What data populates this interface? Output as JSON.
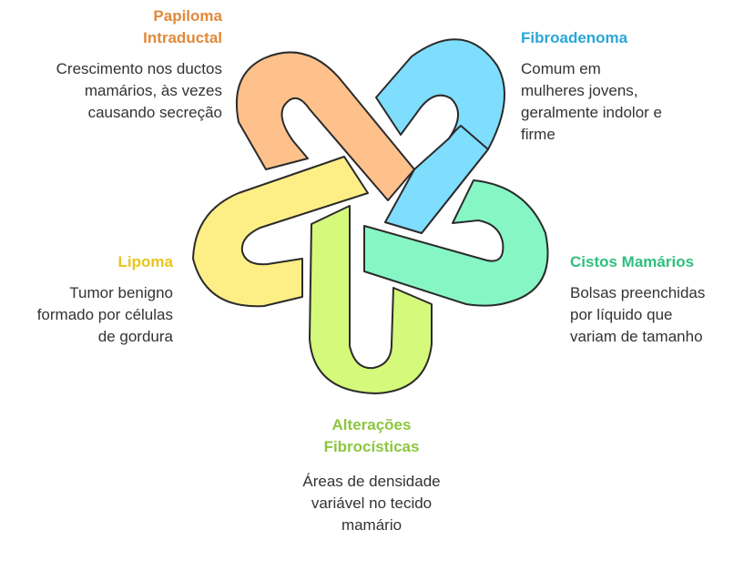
{
  "diagram": {
    "items": [
      {
        "id": "papiloma",
        "title": "Papiloma\nIntraductal",
        "description": "Crescimento nos ductos mamários, às vezes causando secreção",
        "color": "#E08A3A",
        "fill": "#FFC18C"
      },
      {
        "id": "fibroadenoma",
        "title": "Fibroadenoma",
        "description": "Comum em mulheres jovens, geralmente indolor e firme",
        "color": "#2AA6D8",
        "fill": "#7FDDFE"
      },
      {
        "id": "cistos",
        "title": "Cistos Mamários",
        "description": "Bolsas preenchidas por líquido que variam de tamanho",
        "color": "#2FBF7F",
        "fill": "#86F7C4"
      },
      {
        "id": "alteracoes",
        "title": "Alterações\nFibrocísticas",
        "description": "Áreas de densidade variável no tecido mamário",
        "color": "#8CC63F",
        "fill": "#D5F97A"
      },
      {
        "id": "lipoma",
        "title": "Lipoma",
        "description": "Tumor benigno formado por células de gordura",
        "color": "#E8C51A",
        "fill": "#FDEE86"
      }
    ]
  }
}
